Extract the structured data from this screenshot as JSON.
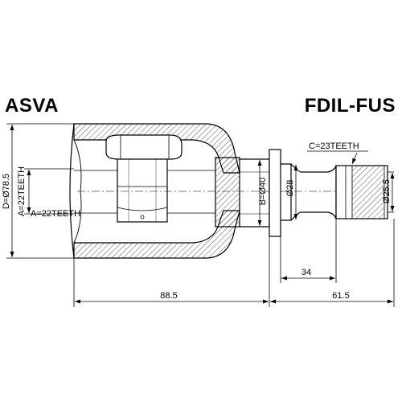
{
  "header": {
    "brand": "ASVA",
    "part_number": "FDIL-FUS"
  },
  "dimensions": {
    "outer_diameter": "D=Ø78.5",
    "inner_spline": "A=22TEETH",
    "housing_neck_diameter": "B=Ø40",
    "shaft_diameter": "Ø28",
    "outer_spline": "C=23TEETH",
    "stub_diameter": "Ø25.5",
    "stub_length": "34",
    "body_length": "88.5",
    "shaft_length": "61.5"
  }
}
